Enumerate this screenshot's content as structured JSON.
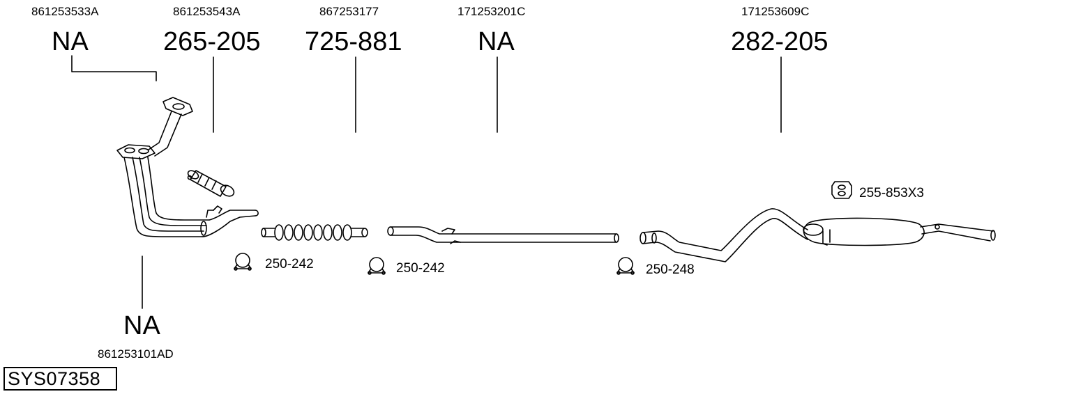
{
  "diagram_id": "SYS07358",
  "parts": [
    {
      "oem": "861253533A",
      "part_no": "NA"
    },
    {
      "oem": "861253543A",
      "part_no": "265-205"
    },
    {
      "oem": "867253177",
      "part_no": "725-881"
    },
    {
      "oem": "171253201C",
      "part_no": "NA"
    },
    {
      "oem": "171253609C",
      "part_no": "282-205"
    },
    {
      "oem": "861253101AD",
      "part_no": "NA"
    }
  ],
  "fittings": [
    {
      "part_no": "250-242",
      "icon": "clamp-icon"
    },
    {
      "part_no": "250-242",
      "icon": "clamp-icon"
    },
    {
      "part_no": "250-248",
      "icon": "clamp-icon"
    },
    {
      "part_no": "255-853X3",
      "icon": "rubber-mount-icon"
    }
  ]
}
